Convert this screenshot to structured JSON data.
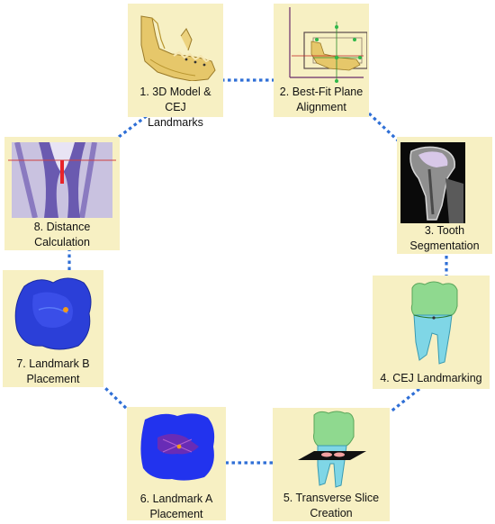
{
  "steps": [
    {
      "line1": "1. 3D Model & CEJ",
      "line2": "Landmarks",
      "icon": "mandible-3d-model-icon"
    },
    {
      "line1": "2. Best-Fit Plane",
      "line2": "Alignment",
      "icon": "mandible-bounding-box-plane-icon"
    },
    {
      "line1": "3. Tooth",
      "line2": "Segmentation",
      "icon": "ct-slice-tooth-icon"
    },
    {
      "line1": "4. CEJ Landmarking",
      "line2": "",
      "icon": "molar-cej-model-icon"
    },
    {
      "line1": "5. Transverse Slice",
      "line2": "Creation",
      "icon": "molar-transverse-slice-icon"
    },
    {
      "line1": "6. Landmark A",
      "line2": "Placement",
      "icon": "slice-landmark-a-icon"
    },
    {
      "line1": "7. Landmark B",
      "line2": "Placement",
      "icon": "occlusal-landmark-b-icon"
    },
    {
      "line1": "8. Distance",
      "line2": "Calculation",
      "icon": "distance-measure-icon"
    }
  ],
  "colors": {
    "card_background": "#f7f0c3",
    "connector": "#2f6fd6",
    "bone": "#e6c76a",
    "tooth_green": "#8fd98f",
    "tooth_cyan": "#7fd6e6",
    "occlusal_blue": "#2233ee",
    "marker_orange": "#f39a1a",
    "measure_red": "#e8242a"
  }
}
